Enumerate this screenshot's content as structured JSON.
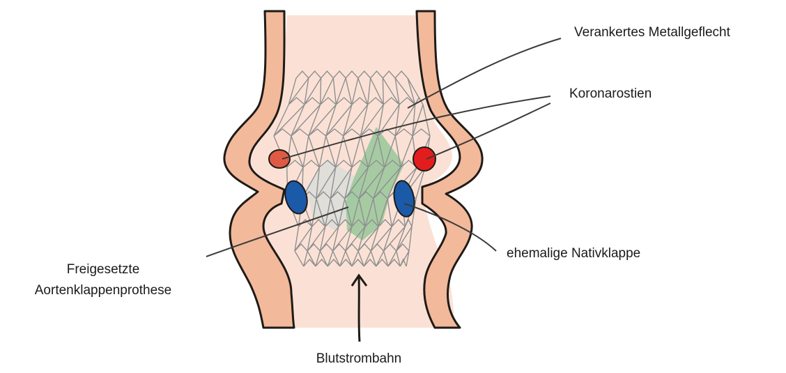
{
  "labels": {
    "metal_mesh": "Verankertes Metallgeflecht",
    "coronary_ostia": "Koronarostien",
    "native_valve": "ehemalige Nativklappe",
    "prosthesis_line1": "Freigesetzte",
    "prosthesis_line2": "Aortenklappenprothese",
    "blood_flow": "Blutstrombahn"
  },
  "colors": {
    "lumen": "#fbe1d5",
    "wall": "#f2b99a",
    "outline": "#1e1a17",
    "mesh": "#8e8f90",
    "leaflet_green": "#9cc99c",
    "leaflet_grey": "#d9ddd9",
    "ostium_left": "#df5a45",
    "ostium_right": "#e31d1d",
    "native_valve": "#1a5aa8"
  }
}
